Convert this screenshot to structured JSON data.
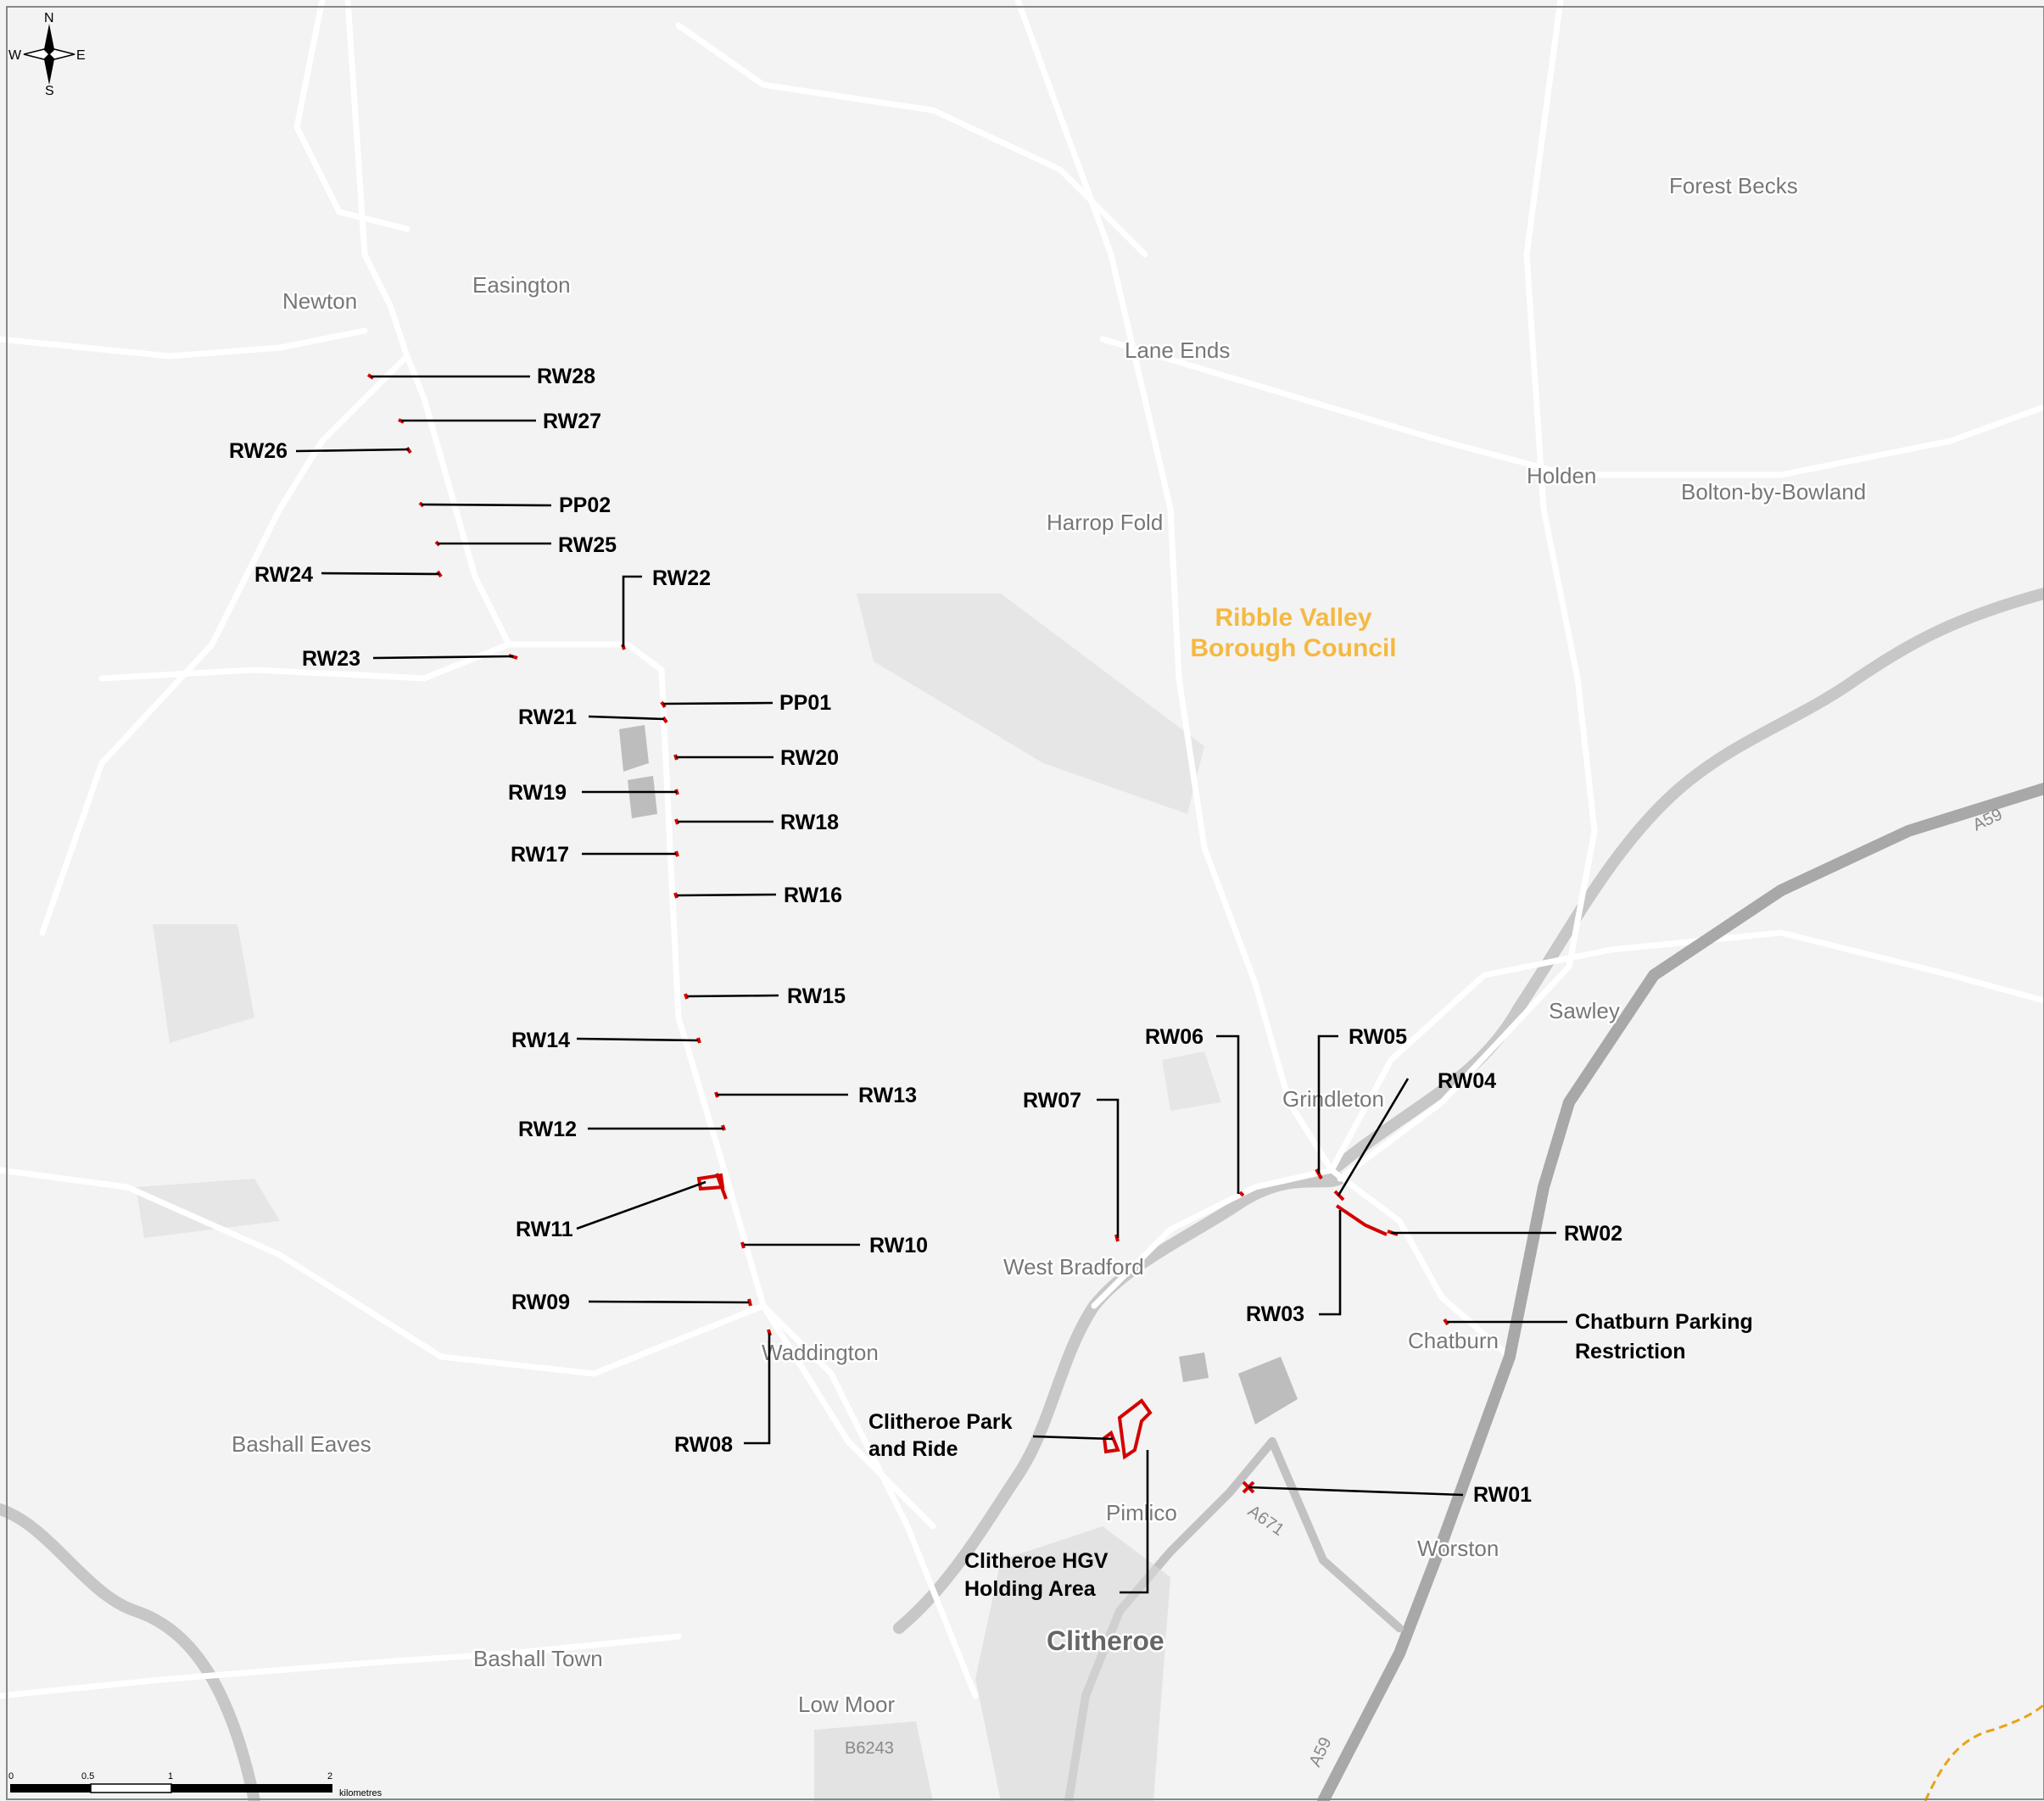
{
  "compass": {
    "n": "N",
    "s": "S",
    "e": "E",
    "w": "W"
  },
  "council": {
    "line1": "Ribble Valley",
    "line2": "Borough Council"
  },
  "places": [
    {
      "name": "Newton"
    },
    {
      "name": "Easington"
    },
    {
      "name": "Lane Ends"
    },
    {
      "name": "Forest Becks"
    },
    {
      "name": "Holden"
    },
    {
      "name": "Bolton-by-Bowland"
    },
    {
      "name": "Harrop Fold"
    },
    {
      "name": "Sawley"
    },
    {
      "name": "Grindleton"
    },
    {
      "name": "West Bradford"
    },
    {
      "name": "Chatburn"
    },
    {
      "name": "Waddington"
    },
    {
      "name": "Bashall Eaves"
    },
    {
      "name": "Pimlico"
    },
    {
      "name": "Worston"
    },
    {
      "name": "Clitheroe"
    },
    {
      "name": "Bashall Town"
    },
    {
      "name": "Low Moor"
    }
  ],
  "road_refs": [
    "A59",
    "A59",
    "A671",
    "B6243"
  ],
  "sites": [
    "RW28",
    "RW27",
    "RW26",
    "PP02",
    "RW25",
    "RW24",
    "RW22",
    "RW23",
    "PP01",
    "RW21",
    "RW20",
    "RW19",
    "RW18",
    "RW17",
    "RW16",
    "RW15",
    "RW14",
    "RW13",
    "RW12",
    "RW11",
    "RW10",
    "RW09",
    "RW08",
    "RW07",
    "RW06",
    "RW05",
    "RW04",
    "RW02",
    "RW03",
    "RW01"
  ],
  "multi_sites": {
    "park_ride": [
      "Clitheroe Park",
      "and Ride"
    ],
    "hgv": [
      "Clitheroe HGV",
      "Holding Area"
    ],
    "chatburn": [
      "Chatburn Parking",
      "Restriction"
    ]
  },
  "scale": {
    "ticks": [
      "0",
      "0.5",
      "1",
      "2"
    ],
    "unit": "kilometres"
  },
  "colors": {
    "site": "#d40000",
    "council_label": "#f5b941",
    "boundary": "#e8a317",
    "road": "#ffffff",
    "major_road": "#a8a8a8"
  }
}
